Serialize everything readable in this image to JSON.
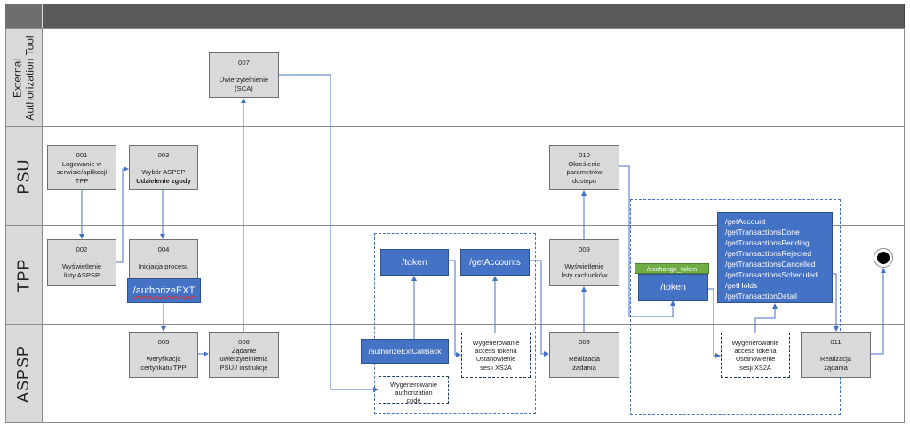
{
  "lanes": {
    "ext": "External\nAuthorization Tool",
    "psu": "PSU",
    "tpp": "TPP",
    "aspsp": "ASPSP"
  },
  "steps": {
    "s001": "001\nLogowanie w\nserwisie/aplikacji\nTPP",
    "s002": "002\n\nWyświetlenie\nlisty ASPSP",
    "s003_top": "003\n\nWybór ASPSP",
    "s003_bold": "Udzielenie zgody",
    "s004": "004\n\nInicjacja procesu",
    "s005": "005\n\nWeryfikacja\ncertyfikatu TPP",
    "s006": "006\nŻądanie\nuwierzytelnienia\nPSU / instrukcje",
    "s007": "007\n\nUwierzytelnienie\n(SCA)",
    "s008": "008\n\nRealizacja\nżądania",
    "s009": "009\n\nWyświetlenie\nlisty rachunków",
    "s010": "010\nOkreślenie\nparametrów\ndostępu",
    "s011": "011\n\nRealizacja\nżądania"
  },
  "endpoints": {
    "authorize_ext": "/authorizeEXT",
    "token1": "/token",
    "get_accounts": "/getAccounts",
    "authorize_callback": "/authorizeExtCallBack",
    "exchange_token": "/exchange_token",
    "token2": "/token"
  },
  "notes": {
    "auth_code": "Wygenerowanie\nauthorization\ncode",
    "access_token1": "Wygenerowanie\naccess tokena\nUstanowienie\nsesji XS2A",
    "access_token2": "Wygenerowanie\naccess tokena\nUstanowienie\nsesji XS2A"
  },
  "methods": [
    "/getAccount",
    "/getTransactionsDone",
    "/getTransactionsPending",
    "/getTransactionsRejected",
    "/getTransactionsCancelled",
    "/getTransactionsScheduled",
    "/getHolds",
    "/getTransactionDetail"
  ],
  "colors": {
    "header": "#5a5a5a",
    "lane_label": "#d9d9d9",
    "step_box": "#d9d9d9",
    "endpoint": "#4472c4",
    "exchange": "#70ad47",
    "connector": "#4472c4",
    "end_event": "#000000"
  }
}
